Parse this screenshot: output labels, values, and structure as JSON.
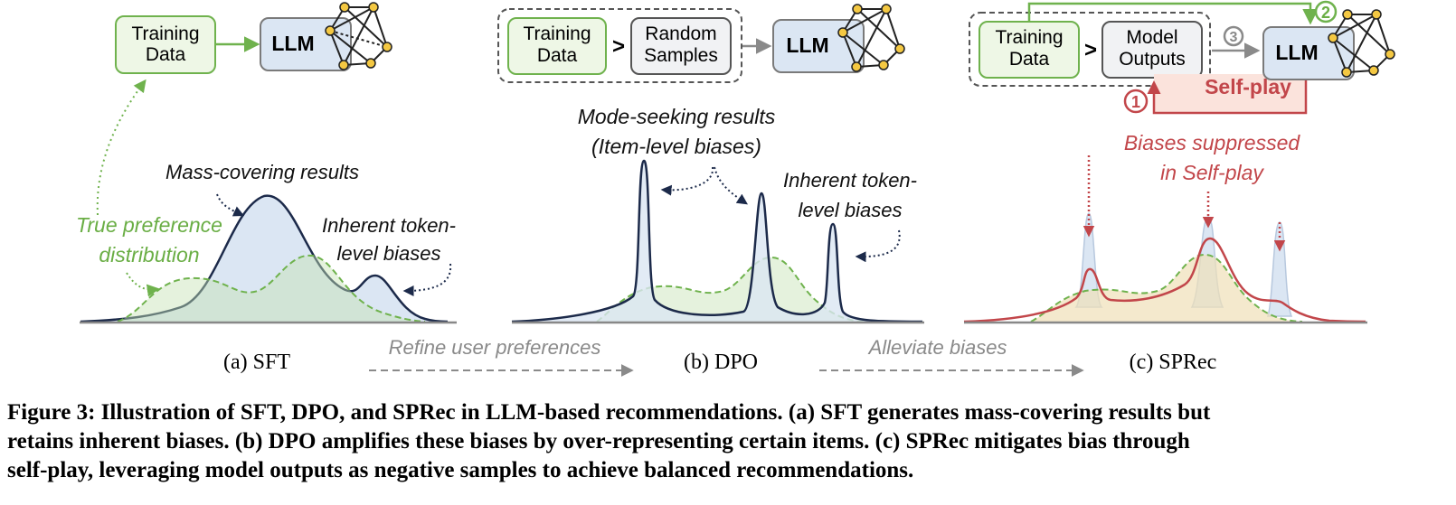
{
  "colors": {
    "green_text": "#6aae45",
    "green_stroke": "#6fb24d",
    "green_fill": "#eef7e6",
    "blue_fill": "#dbe6f3",
    "navy": "#1c2a4a",
    "red": "#c2464a",
    "red_fill": "#fbe3dc",
    "gray": "#8a8a8a",
    "node_fill": "#f4c842"
  },
  "panels": {
    "sft": {
      "box_training_line1": "Training",
      "box_training_line2": "Data",
      "box_llm": "LLM",
      "true_pref_line1": "True preference",
      "true_pref_line2": "distribution",
      "mass_covering": "Mass-covering results",
      "token_bias_line1": "Inherent token-",
      "token_bias_line2": "level biases",
      "label": "(a) SFT"
    },
    "dpo": {
      "box_training_line1": "Training",
      "box_training_line2": "Data",
      "box_random_line1": "Random",
      "box_random_line2": "Samples",
      "gt": ">",
      "box_llm": "LLM",
      "mode_seeking_line1": "Mode-seeking results",
      "mode_seeking_line2": "(Item-level biases)",
      "token_bias_line1": "Inherent token-",
      "token_bias_line2": "level biases",
      "label": "(b) DPO"
    },
    "sprec": {
      "box_training_line1": "Training",
      "box_training_line2": "Data",
      "box_model_line1": "Model",
      "box_model_line2": "Outputs",
      "gt": ">",
      "box_llm": "LLM",
      "self_play": "Self-play",
      "step1": "1",
      "step2": "2",
      "step3": "3",
      "suppressed_line1": "Biases suppressed",
      "suppressed_line2": "in Self-play",
      "label": "(c) SPRec"
    }
  },
  "transitions": {
    "refine": "Refine user preferences",
    "alleviate": "Alleviate biases"
  },
  "caption": {
    "line1": "Figure 3: Illustration of SFT, DPO, and SPRec in LLM-based recommendations. (a) SFT generates mass-covering results but",
    "line2": "retains inherent biases. (b) DPO amplifies these biases by over-representing certain items. (c) SPRec mitigates bias through",
    "line3": "self-play, leveraging model outputs as negative samples to achieve balanced recommendations."
  }
}
